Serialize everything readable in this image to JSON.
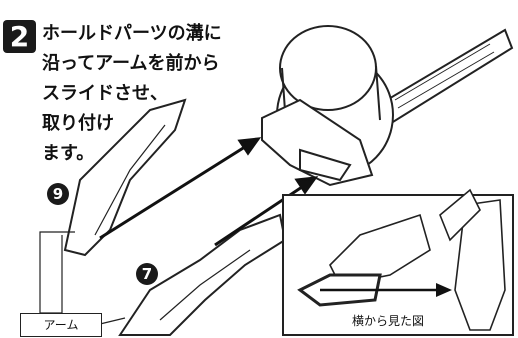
{
  "step": {
    "number": "2"
  },
  "instruction": {
    "line1": "ホールドパーツの溝に",
    "line2": "沿ってアームを前から",
    "line3": "スライドさせ、",
    "line4": "取り付け",
    "line5": "ます。"
  },
  "callouts": {
    "part_9": "9",
    "part_7": "7",
    "arm_label": "アーム",
    "side_view_caption": "横から見た図"
  }
}
